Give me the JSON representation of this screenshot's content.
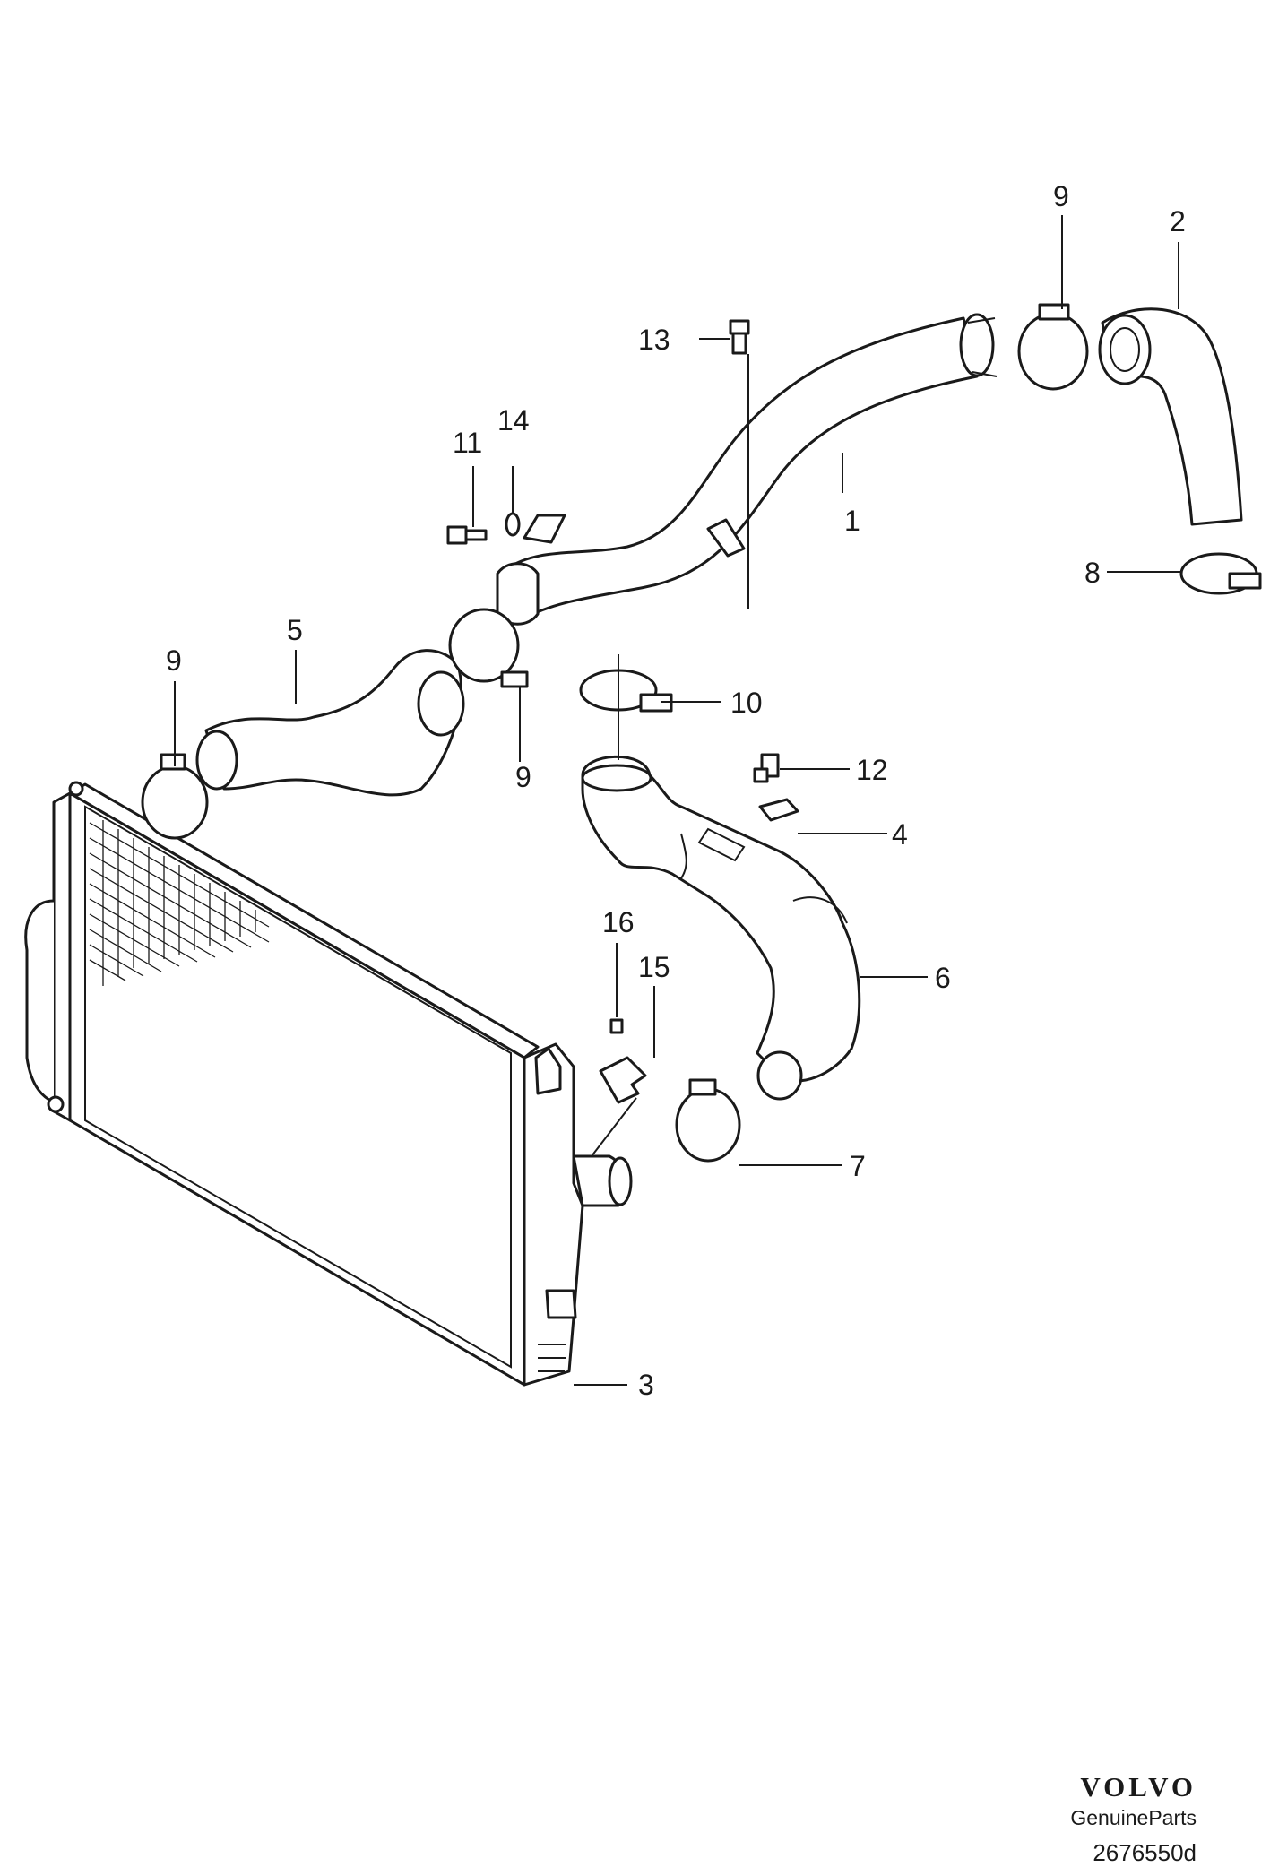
{
  "callouts": [
    {
      "id": "c1",
      "text": "1"
    },
    {
      "id": "c2",
      "text": "2"
    },
    {
      "id": "c3",
      "text": "3"
    },
    {
      "id": "c4",
      "text": "4"
    },
    {
      "id": "c5",
      "text": "5"
    },
    {
      "id": "c6",
      "text": "6"
    },
    {
      "id": "c7",
      "text": "7"
    },
    {
      "id": "c8",
      "text": "8"
    },
    {
      "id": "c9a",
      "text": "9"
    },
    {
      "id": "c9b",
      "text": "9"
    },
    {
      "id": "c9c",
      "text": "9"
    },
    {
      "id": "c10",
      "text": "10"
    },
    {
      "id": "c11",
      "text": "11"
    },
    {
      "id": "c12",
      "text": "12"
    },
    {
      "id": "c13",
      "text": "13"
    },
    {
      "id": "c14",
      "text": "14"
    },
    {
      "id": "c15",
      "text": "15"
    },
    {
      "id": "c16",
      "text": "16"
    }
  ],
  "brand": {
    "logo": "VOLVO",
    "tagline": "GenuineParts",
    "diagram_code": "2676550d"
  }
}
